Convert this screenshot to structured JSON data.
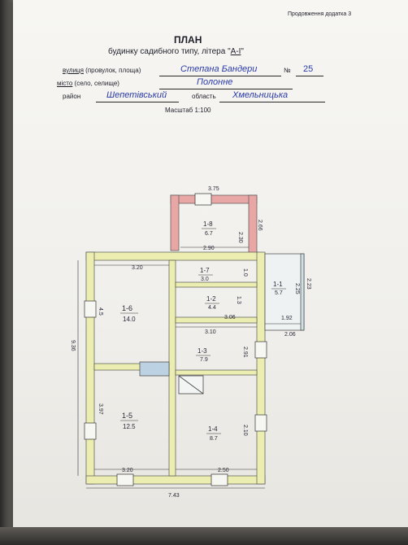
{
  "header": {
    "appendix_note": "Продовження додатка 3",
    "title": "ПЛАН",
    "subtitle_prefix": "будинку садибного типу, літера \"",
    "subtitle_letter": "А-I",
    "subtitle_suffix": "\""
  },
  "address": {
    "street_label_a": "вулиця",
    "street_label_b": " (провулок, площа)",
    "street_value": "Степана Бандери",
    "number_label": "№",
    "number_value": "25",
    "city_label_a": "місто",
    "city_label_b": " (село, селище)",
    "city_value": "Полонне",
    "district_label": "район",
    "district_value": "Шепетівський",
    "region_label": "область",
    "region_value": "Хмельницька",
    "scale": "Масштаб 1:100"
  },
  "plan": {
    "dimensions": {
      "top_width": "3.75",
      "room_mid_width": "2.90",
      "upper_right_height": "2.30",
      "upper_right_outer": "2.66",
      "left_room_width": "3.20",
      "left_height": "4.5",
      "total_height": "9.36",
      "porch_a": "2.25",
      "porch_b": "2.23",
      "porch_c": "1.92",
      "porch_d": "2.06",
      "corridor_width": "3.06",
      "mid_width": "3.10",
      "small_a": "1.0",
      "small_b": "1.3",
      "mid_height": "2.91",
      "lower_left_height": "3.97",
      "lower_right_height": "2.10",
      "bottom_left_width": "3.20",
      "bottom_right_width": "2.50",
      "total_width": "7.43"
    },
    "rooms": [
      {
        "id": "1-8",
        "area": "6.7"
      },
      {
        "id": "1-7",
        "area": "3.0"
      },
      {
        "id": "1-2",
        "area": "4.4"
      },
      {
        "id": "1-1",
        "area": "5.7"
      },
      {
        "id": "1-6",
        "area": "14.0"
      },
      {
        "id": "1-3",
        "area": "7.9"
      },
      {
        "id": "1-5",
        "area": "12.5"
      },
      {
        "id": "1-4",
        "area": "8.7"
      }
    ]
  }
}
